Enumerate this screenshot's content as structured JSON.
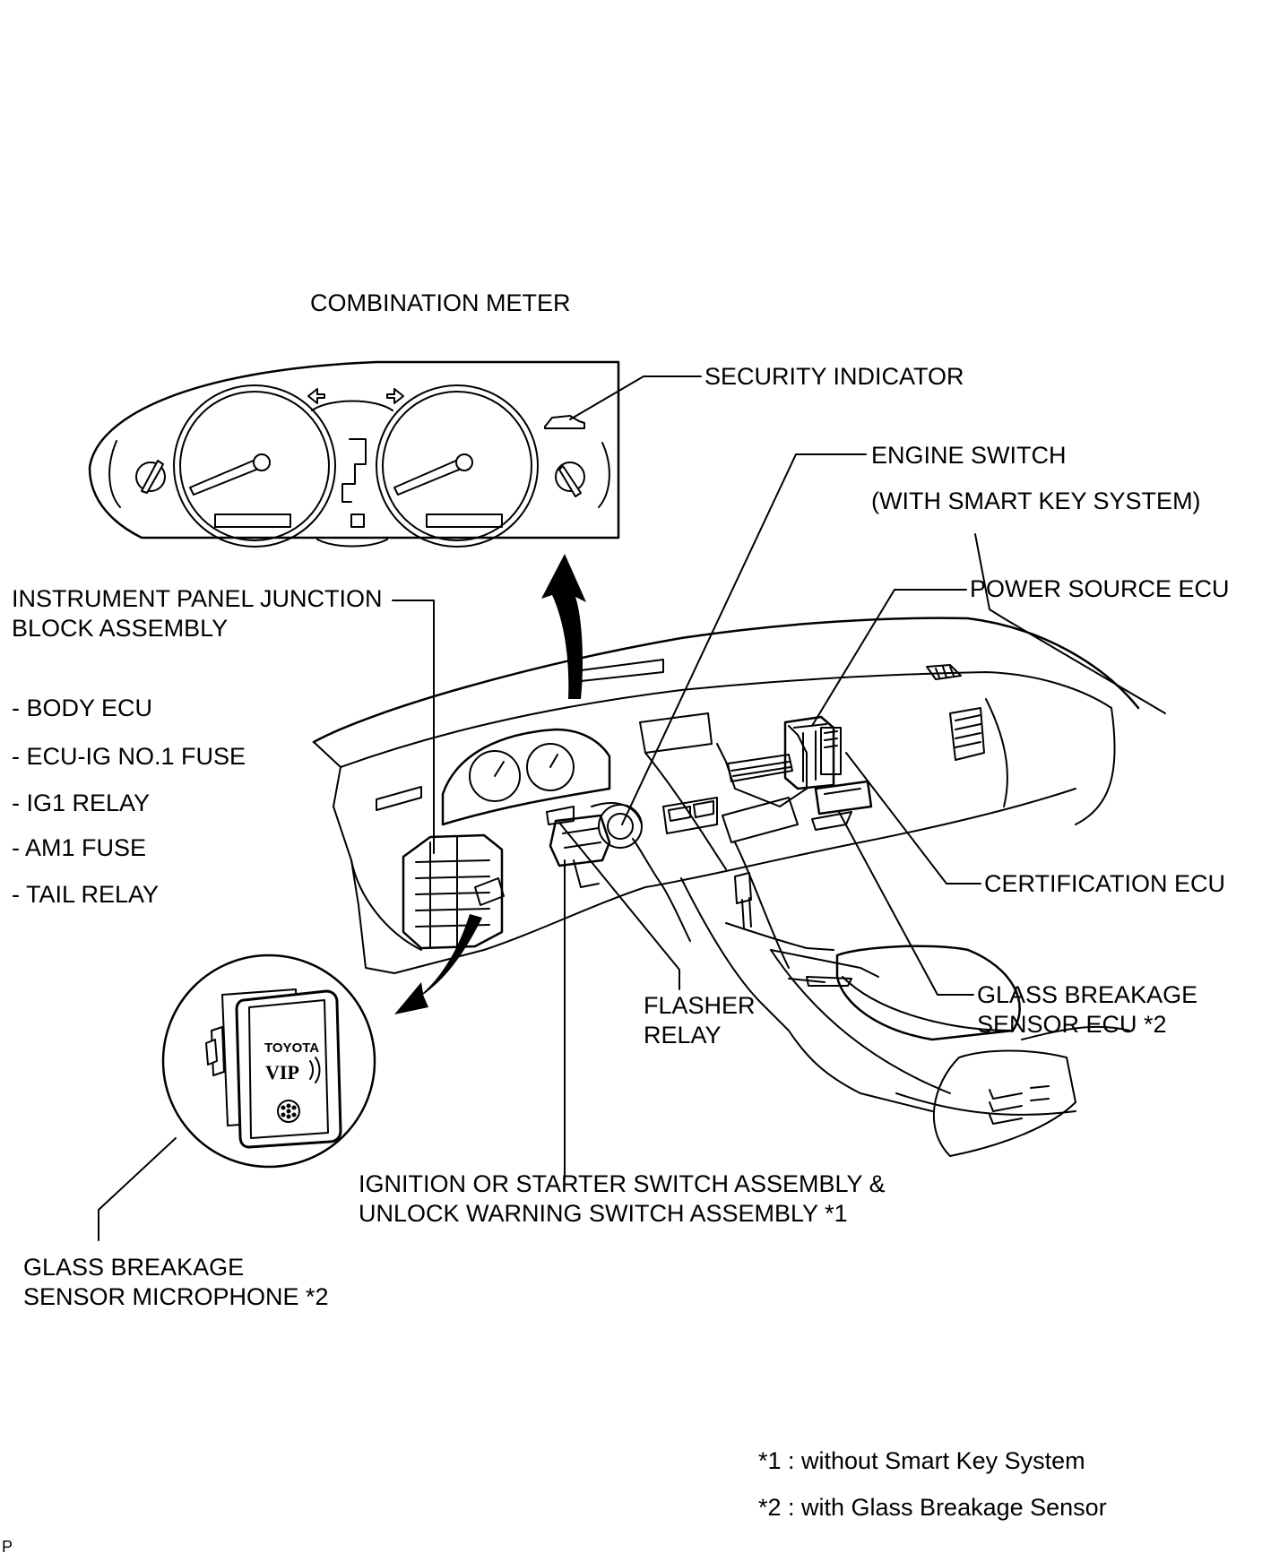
{
  "labels": {
    "combination_meter": "COMBINATION METER",
    "security_indicator": "SECURITY INDICATOR",
    "engine_switch": "ENGINE SWITCH",
    "engine_switch_note": "(WITH SMART KEY SYSTEM)",
    "power_source_ecu": "POWER SOURCE  ECU",
    "ip_junction_line1": "INSTRUMENT PANEL JUNCTION",
    "ip_junction_line2": "BLOCK ASSEMBLY",
    "sub_items": [
      "- BODY ECU",
      "- ECU-IG NO.1 FUSE",
      "- IG1 RELAY",
      "- AM1 FUSE",
      "- TAIL RELAY"
    ],
    "certification_ecu": "CERTIFICATION ECU",
    "glass_ecu_line1": "GLASS BREAKAGE",
    "glass_ecu_line2": "SENSOR ECU *2",
    "flasher_line1": "FLASHER",
    "flasher_line2": "RELAY",
    "ignition_line1": "IGNITION OR STARTER SWITCH ASSEMBLY &",
    "ignition_line2": "UNLOCK WARNING SWITCH ASSEMBLY *1",
    "mic_line1": "GLASS BREAKAGE",
    "mic_line2": "SENSOR MICROPHONE *2"
  },
  "sensor_brand": "TOYOTA",
  "sensor_model": "VIP",
  "footnotes": [
    "*1 : without Smart Key System",
    "*2 : with Glass Breakage Sensor"
  ],
  "corner_mark": "P"
}
